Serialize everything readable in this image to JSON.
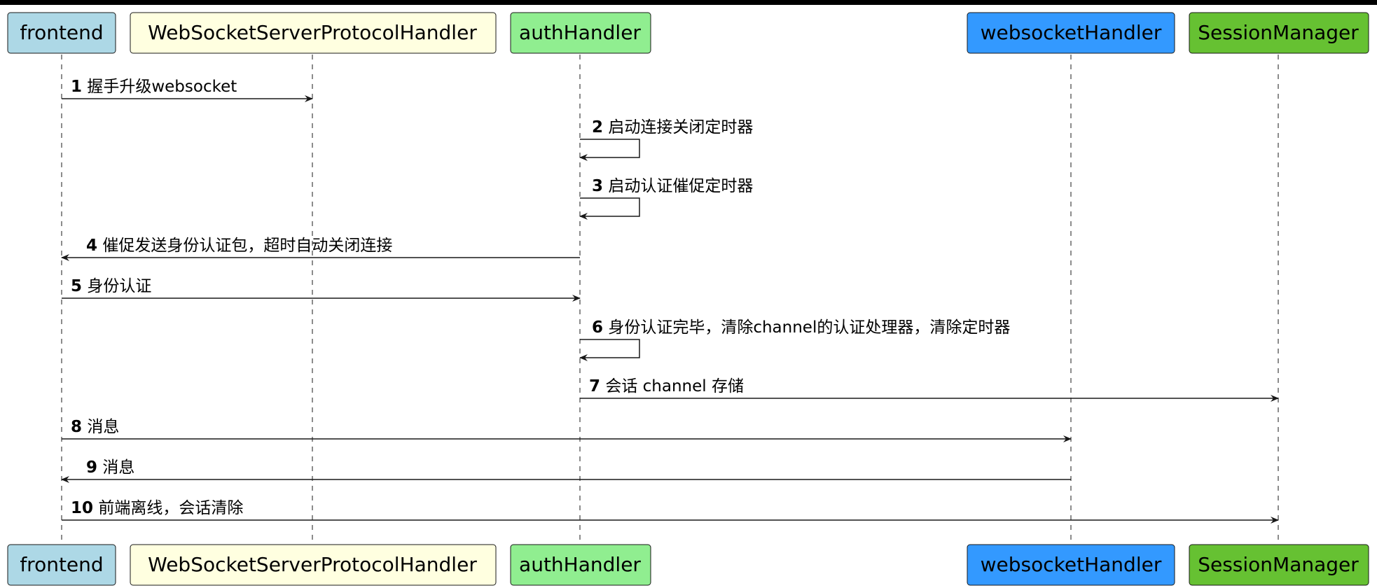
{
  "participants": [
    {
      "id": "frontend",
      "label": "frontend",
      "fill": "#ADD8E6"
    },
    {
      "id": "protocol",
      "label": "WebSocketServerProtocolHandler",
      "fill": "#FFFFE0"
    },
    {
      "id": "auth",
      "label": "authHandler",
      "fill": "#90EE90"
    },
    {
      "id": "ws",
      "label": "websocketHandler",
      "fill": "#3399FF"
    },
    {
      "id": "session",
      "label": "SessionManager",
      "fill": "#66C132"
    }
  ],
  "messages": [
    {
      "num": "1",
      "text": "握手升级websocket",
      "from": "frontend",
      "to": "protocol"
    },
    {
      "num": "2",
      "text": "启动连接关闭定时器",
      "from": "auth",
      "to": "auth"
    },
    {
      "num": "3",
      "text": "启动认证催促定时器",
      "from": "auth",
      "to": "auth"
    },
    {
      "num": "4",
      "text": "催促发送身份认证包，超时自动关闭连接",
      "from": "auth",
      "to": "frontend"
    },
    {
      "num": "5",
      "text": "身份认证",
      "from": "frontend",
      "to": "auth"
    },
    {
      "num": "6",
      "text": "身份认证完毕，清除channel的认证处理器，清除定时器",
      "from": "auth",
      "to": "auth"
    },
    {
      "num": "7",
      "text": "会话 channel 存储",
      "from": "auth",
      "to": "session"
    },
    {
      "num": "8",
      "text": "消息",
      "from": "frontend",
      "to": "ws"
    },
    {
      "num": "9",
      "text": "消息",
      "from": "ws",
      "to": "frontend"
    },
    {
      "num": "10",
      "text": "前端离线，会话清除",
      "from": "frontend",
      "to": "session"
    }
  ]
}
